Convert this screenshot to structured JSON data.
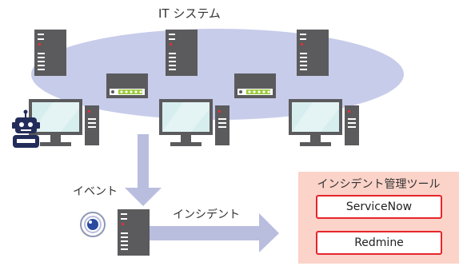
{
  "labels": {
    "system_title": "IT システム",
    "event": "イベント",
    "incident": "インシデント"
  },
  "tools_panel": {
    "title": "インシデント管理ツール",
    "tools": [
      "ServiceNow",
      "Redmine"
    ]
  },
  "colors": {
    "ellipse": "#c7ccea",
    "server": "#5b5b5d",
    "arrow": "#b9bedf",
    "panel": "#fbd3c9",
    "tool_border": "#e5262b",
    "monitor_screen": "#d7eeee",
    "robot": "#232d5a"
  },
  "icons": [
    "server-icon",
    "network-switch-icon",
    "desktop-computer-icon",
    "robot-icon",
    "eye-icon",
    "arrow-icon"
  ]
}
